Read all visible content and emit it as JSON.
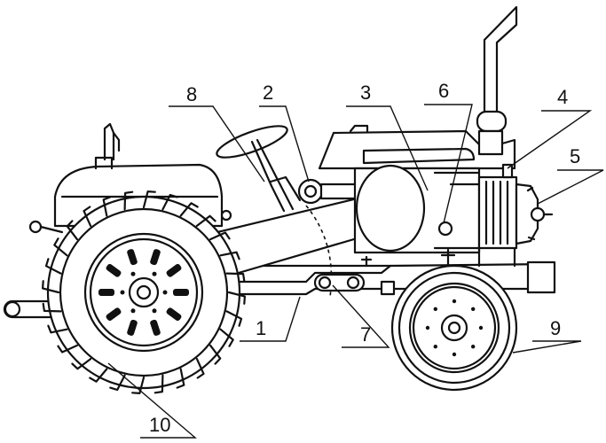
{
  "diagram": {
    "parts": [
      {
        "id": "label-1",
        "text": "1"
      },
      {
        "id": "label-2",
        "text": "2"
      },
      {
        "id": "label-3",
        "text": "3"
      },
      {
        "id": "label-4",
        "text": "4"
      },
      {
        "id": "label-5",
        "text": "5"
      },
      {
        "id": "label-6",
        "text": "6"
      },
      {
        "id": "label-7",
        "text": "7"
      },
      {
        "id": "label-8",
        "text": "8"
      },
      {
        "id": "label-9",
        "text": "9"
      },
      {
        "id": "label-10",
        "text": "10"
      }
    ],
    "colors": {
      "line": "#111111",
      "background": "#ffffff"
    }
  }
}
